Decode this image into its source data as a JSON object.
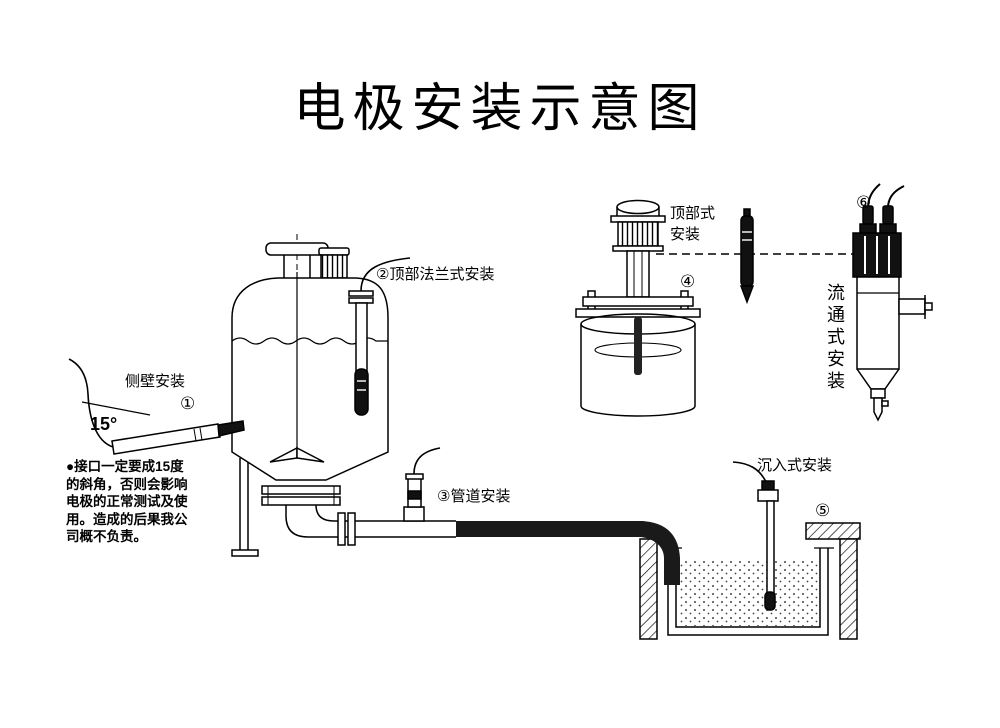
{
  "title": "电极安装示意图",
  "labels": {
    "side_wall": "侧壁安装",
    "side_wall_num": "①",
    "angle": "15°",
    "top_flange": "②顶部法兰式安装",
    "pipeline": "③管道安装",
    "top_type": "顶部式\n安装",
    "top_type_num": "④",
    "submersion": "沉入式安装",
    "submersion_num": "⑤",
    "flow_num": "⑥",
    "flow_through": "流通式安装"
  },
  "note": {
    "text": "●接口一定要成15度\n的斜角，否则会影响\n电极的正常测试及使\n用。造成的后果我公\n司概不负责。"
  },
  "colors": {
    "ink": "#000000",
    "paper": "#ffffff"
  }
}
